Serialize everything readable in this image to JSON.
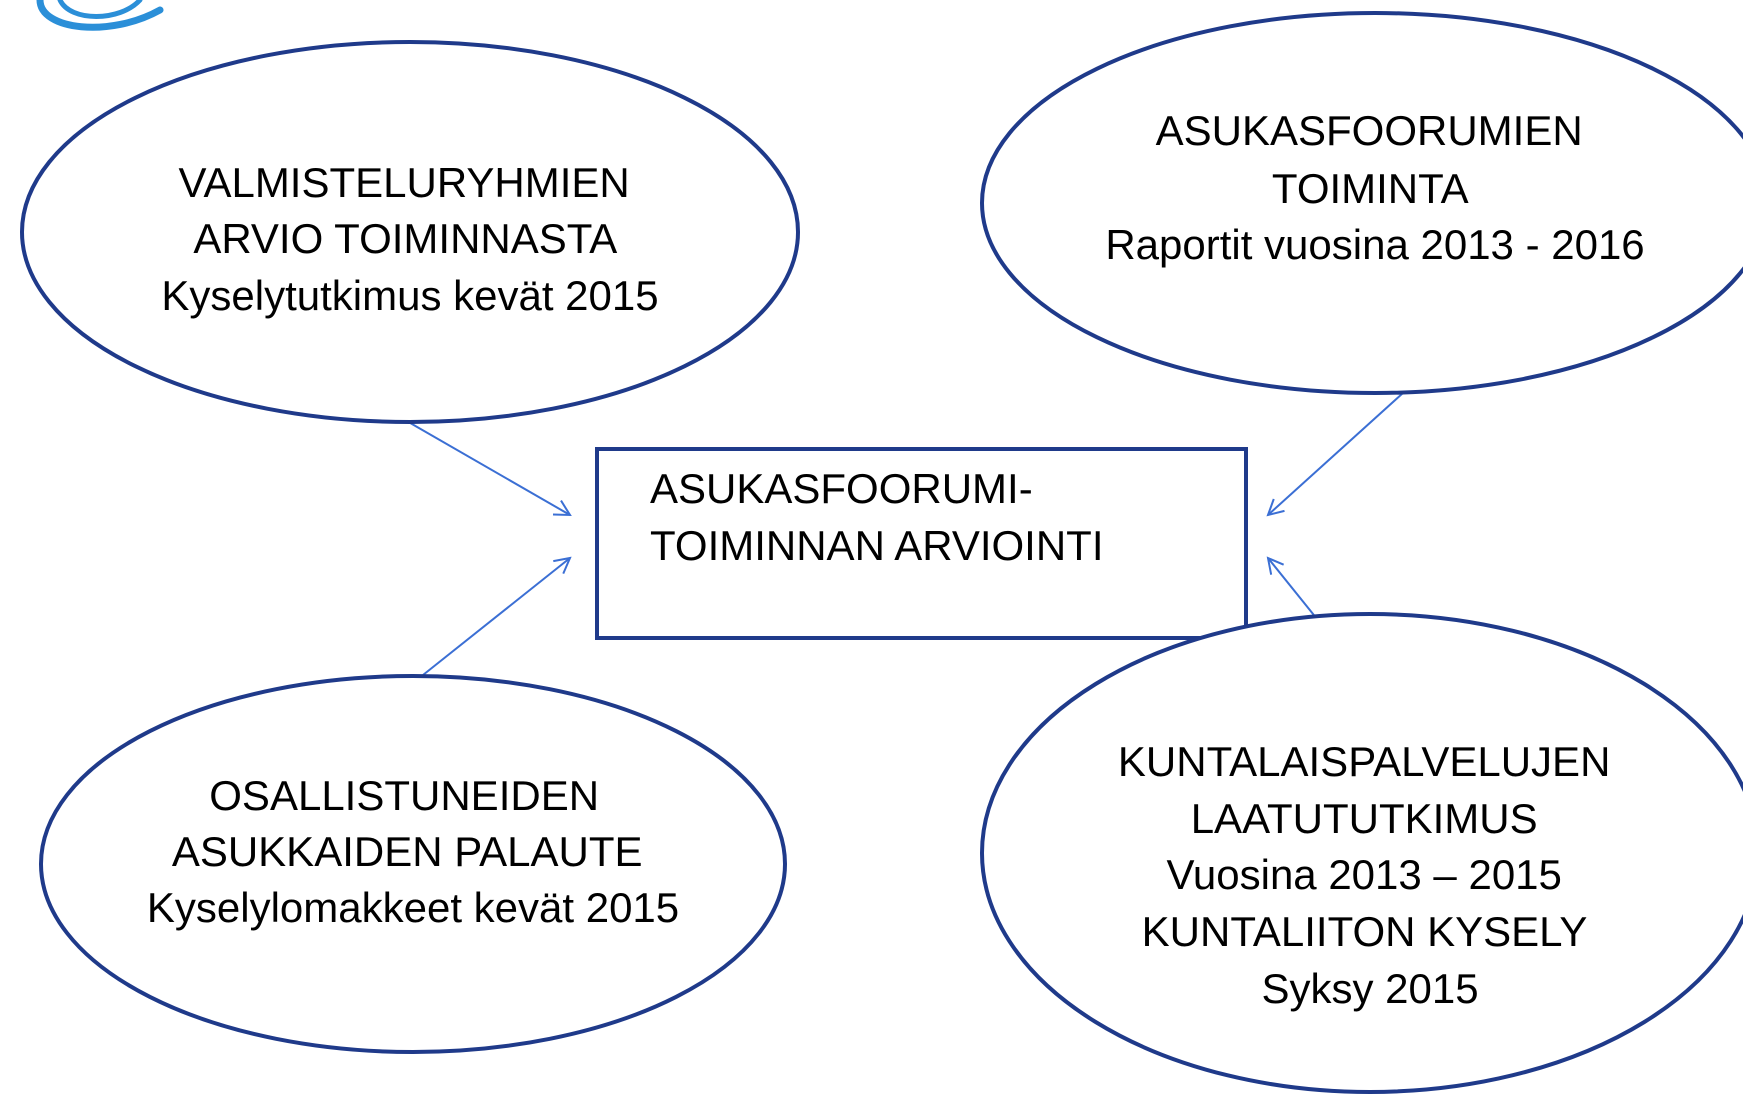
{
  "diagram": {
    "center": {
      "lines": [
        "ASUKASFOORUMI-",
        "TOIMINNAN ARVIOINTI"
      ]
    },
    "nodes": [
      {
        "id": "valmisteluryhmat",
        "lines": [
          "VALMISTELURYHMIEN",
          "ARVIO TOIMINNASTA",
          "Kyselytutkimus kevät 2015"
        ]
      },
      {
        "id": "asukasfoorumit",
        "lines": [
          "ASUKASFOORUMIEN",
          "TOIMINTA",
          "Raportit vuosina 2013 - 2016"
        ]
      },
      {
        "id": "osallistuneet",
        "lines": [
          "OSALLISTUNEIDEN",
          "ASUKKAIDEN PALAUTE",
          "Kyselylomakkeet kevät 2015"
        ]
      },
      {
        "id": "kuntalaispalvelut",
        "lines": [
          "KUNTALAISPALVELUJEN",
          "LAATUTUTKIMUS",
          "Vuosina 2013 – 2015",
          "KUNTALIITON KYSELY",
          "Syksy 2015"
        ]
      }
    ],
    "colors": {
      "outline": "#1f3a8a",
      "arrow": "#3b6fd4",
      "logo": "#2b8fd8",
      "text": "#000000"
    }
  }
}
